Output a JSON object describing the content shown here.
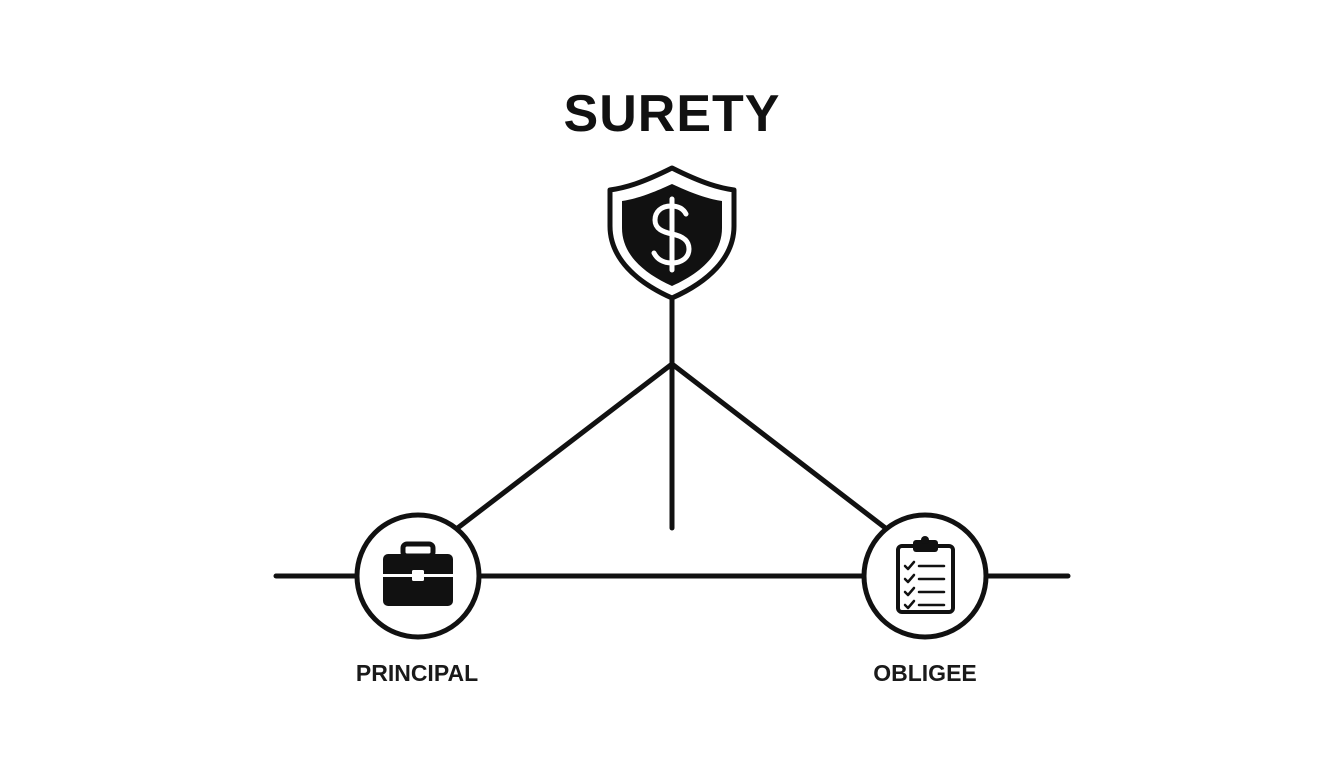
{
  "diagram": {
    "title": "SURETY",
    "nodes": {
      "surety": {
        "icon": "shield-dollar-icon"
      },
      "principal": {
        "label": "PRINCIPAL",
        "icon": "briefcase-icon"
      },
      "obligee": {
        "label": "OBLIGEE",
        "icon": "clipboard-checklist-icon"
      }
    },
    "colors": {
      "ink": "#111111",
      "background": "#ffffff"
    }
  }
}
